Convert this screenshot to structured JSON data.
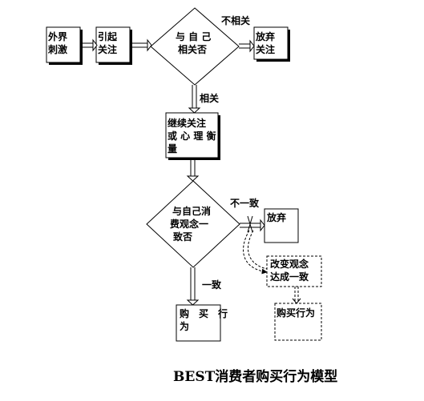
{
  "nodes": {
    "external_stimulus": [
      "外界",
      "刺激"
    ],
    "arouse_attention": [
      "引起",
      "关注"
    ],
    "relevant_q": [
      "与 自 己",
      "相关否"
    ],
    "give_up_1": [
      "放弃",
      "关注"
    ],
    "continue_attention": [
      "继续关注",
      "或 心 理 衡",
      "量"
    ],
    "consistent_q": [
      "与自己消",
      "费观念一",
      "致否"
    ],
    "give_up_2": [
      "放弃"
    ],
    "change_view": [
      "改变观念",
      "达成一致"
    ],
    "purchase_1": [
      "购　买　行",
      "为"
    ],
    "purchase_2": [
      "购买行为"
    ]
  },
  "edge_labels": {
    "irrelevant": "不相关",
    "relevant": "相关",
    "inconsistent": "不一致",
    "consistent": "一致"
  },
  "title": "BEST消费者购买行为模型"
}
